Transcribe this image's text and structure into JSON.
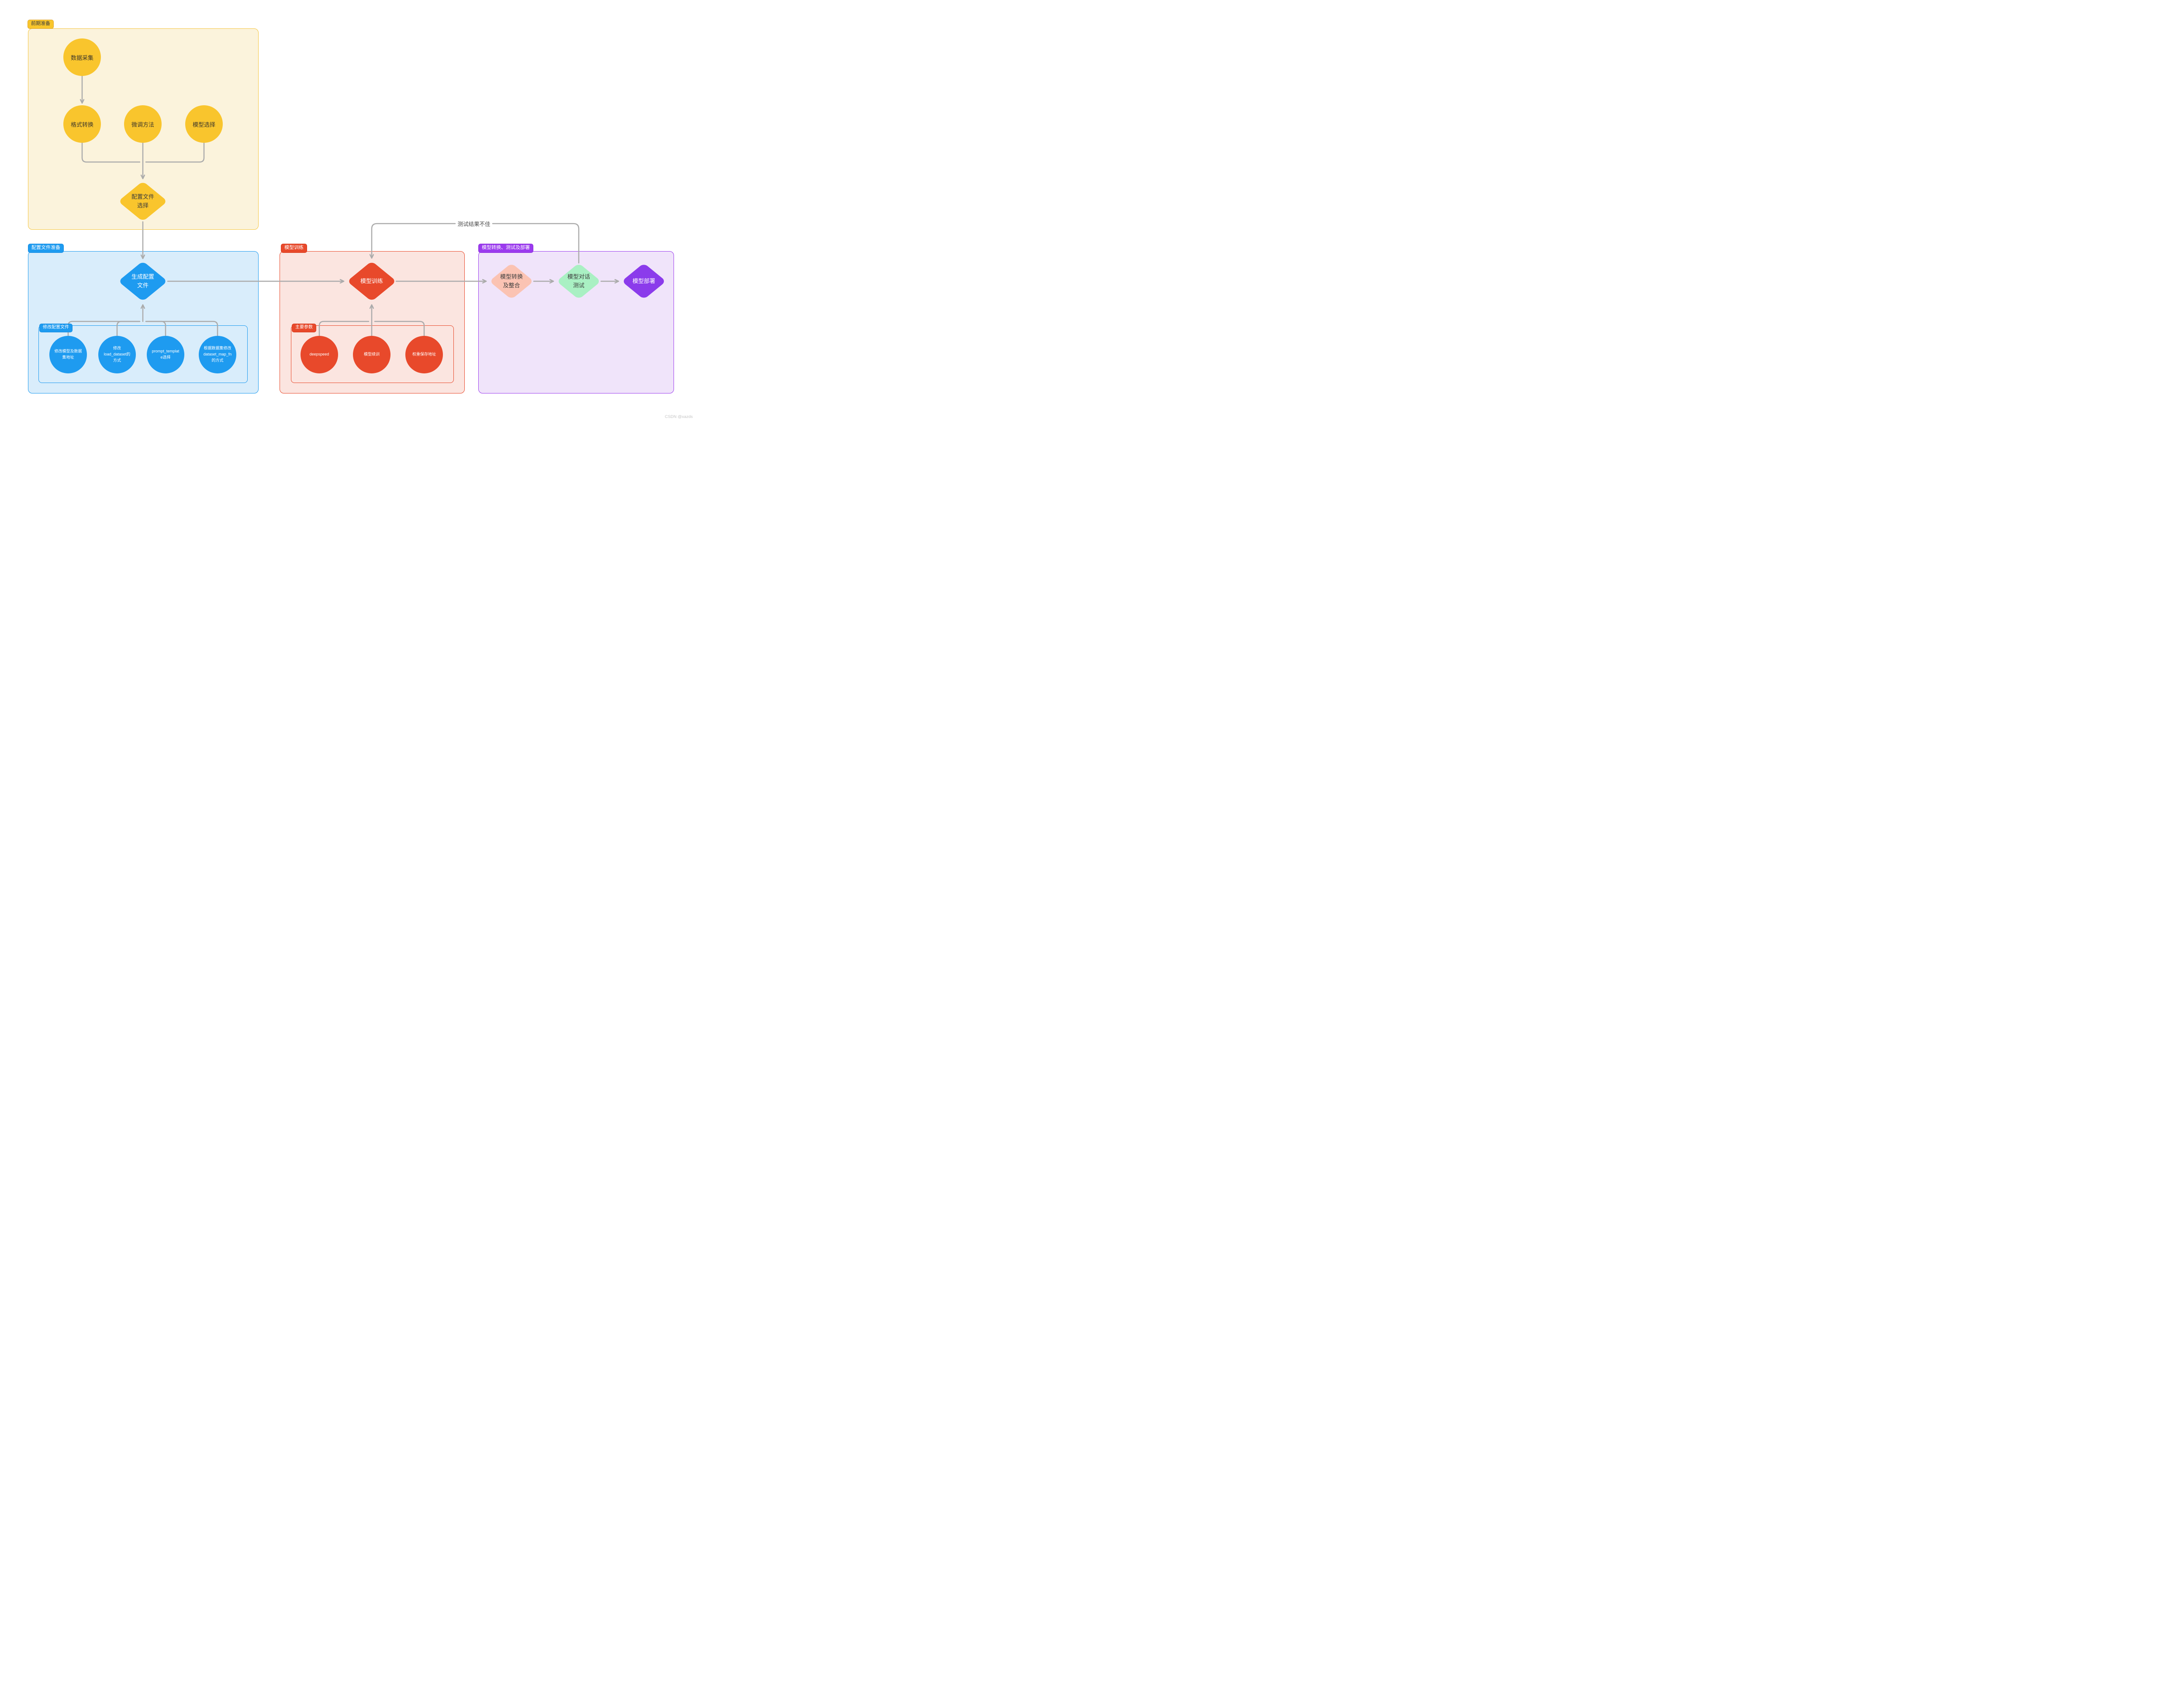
{
  "diagram": {
    "sections": {
      "prep": {
        "label": "前期准备"
      },
      "config": {
        "label": "配置文件准备",
        "sub_label": "修改配置文件"
      },
      "training": {
        "label": "模型训练",
        "sub_label": "主要参数"
      },
      "deploy": {
        "label": "模型转换、测试及部署"
      }
    },
    "nodes": {
      "data_collection": {
        "label": "数据采集"
      },
      "format_conversion": {
        "label": "格式转换"
      },
      "finetune_method": {
        "label": "微调方法"
      },
      "model_selection": {
        "label": "模型选择"
      },
      "config_select": {
        "label": "配置文件\n选择"
      },
      "generate_config": {
        "label": "生成配置\n文件"
      },
      "modify_paths": {
        "label": "修改模型及数据\n集地址"
      },
      "modify_load_dataset": {
        "label": "修改\nload_dataset的\n方式"
      },
      "prompt_template": {
        "label": "prompt_templat\ne选择"
      },
      "dataset_map_fn": {
        "label": "根据数据集修改\ndataset_map_fn\n的方式"
      },
      "training": {
        "label": "模型训练"
      },
      "deepspeed": {
        "label": "deepspeed"
      },
      "model_resume": {
        "label": "模型续训"
      },
      "weight_path": {
        "label": "权重保存地址"
      },
      "convert_merge": {
        "label": "模型转换\n及整合"
      },
      "chat_test": {
        "label": "模型对话\n测试"
      },
      "deploy": {
        "label": "模型部署"
      }
    },
    "edges": {
      "loop_label": "测试结果不佳"
    },
    "watermark": "CSDN @xazds",
    "colors": {
      "yellow_node": "#F9C52D",
      "yellow_bg": "#FBF3DC",
      "yellow_border": "#F5C63F",
      "blue": "#1E9BF0",
      "blue_bg": "#D9EDFB",
      "red": "#E8492B",
      "red_bg": "#FBE5E0",
      "purple_badge": "#9B3BEE",
      "purple_bg": "#F0E4FA",
      "purple_node": "#8B3BEB",
      "pink_node": "#FBC3B3",
      "green_node": "#A9F0C3",
      "connector": "#ABABAB"
    }
  }
}
